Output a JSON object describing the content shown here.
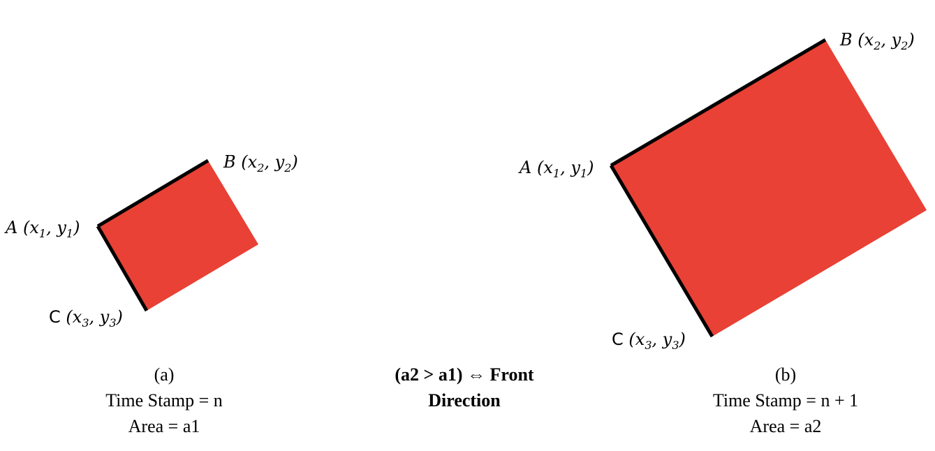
{
  "colors": {
    "rect_fill": "#E94135",
    "edge": "#000000"
  },
  "panel_a": {
    "points": {
      "A": {
        "letter": "A",
        "coord": "(x1, y1)"
      },
      "B": {
        "letter": "B",
        "coord": "(x2, y2)"
      },
      "C": {
        "letter": "C",
        "coord": "(x3, y3)"
      }
    },
    "caption": {
      "id": "(a)",
      "timestamp": "Time Stamp = n",
      "area": "Area = a1"
    }
  },
  "panel_b": {
    "points": {
      "A": {
        "letter": "A",
        "coord": "(x1, y1)"
      },
      "B": {
        "letter": "B",
        "coord": "(x2, y2)"
      },
      "C": {
        "letter": "C",
        "coord": "(x3, y3)"
      }
    },
    "caption": {
      "id": "(b)",
      "timestamp": "Time Stamp = n + 1",
      "area": "Area = a2"
    }
  },
  "relation": {
    "line1": "(a2 > a1) ⇔ Front",
    "line2": "Direction"
  }
}
